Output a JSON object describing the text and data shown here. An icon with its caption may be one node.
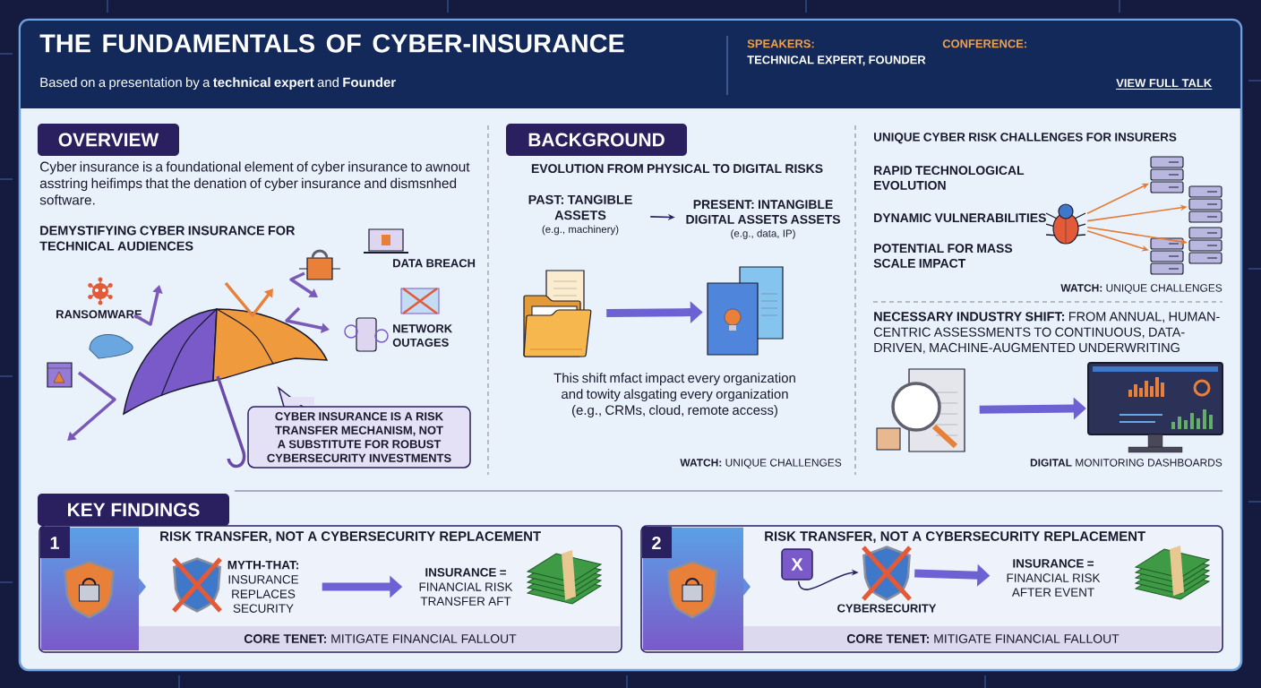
{
  "diagram": {
    "title": "THE FUNDAMENTALS OF CYBER-INSURANCE",
    "nodes": [
      {
        "text": [
          "OVERVIEW"
        ]
      },
      {
        "text": [
          "BACKGROUND"
        ]
      },
      {
        "text": [
          "KEY FINDINGS"
        ]
      },
      {
        "text": [
          "CYBER INSURANCE IS A RISK TRANSFER MECHANISM, NOT A SUBSTITUTE FOR ROBUST CYBERSECURITY INVESTMENTS"
        ]
      },
      {
        "text": [
          "PAST: TANGIBLE ASSETS",
          "(e.g., machinery)"
        ]
      },
      {
        "text": [
          "PRESENT: INTANGIBLE DIGITAL ASSETS ASSETS",
          "(e.g., data, IP)"
        ]
      },
      {
        "text": [],
        "shape": "picture"
      },
      {
        "text": [],
        "shape": "picture"
      },
      {
        "text": [],
        "shape": "picture"
      },
      {
        "text": [],
        "shape": "picture"
      },
      {
        "text": [],
        "shape": "picture"
      },
      {
        "text": [],
        "shape": "picture"
      },
      {
        "text": [],
        "shape": "picture"
      },
      {
        "text": [],
        "shape": "picture"
      },
      {
        "text": [],
        "shape": "picture"
      },
      {
        "text": [
          "1",
          "RISK TRANSFER, NOT A CYBERSECURITY REPLACEMENT",
          "**CORE TENET:** MITIGATE FINANCIAL FALLOUT"
        ]
      },
      {
        "text": [
          "**MYTH-THAT:** INSURANCE REPLACES SECURITY"
        ],
        "in": 15
      },
      {
        "text": [
          "**INSURANCE =** FINANCIAL RISK TRANSFER AFT"
        ],
        "in": 15
      },
      {
        "text": [
          "2",
          "RISK TRANSFER, NOT A CYBERSECURITY REPLACEMENT",
          "**CORE TENET:** MITIGATE FINANCIAL FALLOUT"
        ]
      },
      {
        "text": [
          "X"
        ],
        "in": 18
      },
      {
        "text": [],
        "shape": "picture",
        "beside": [
          "CYBERSECURITY"
        ],
        "in": 18
      },
      {
        "text": [
          "**INSURANCE =** FINANCIAL RISK AFTER EVENT"
        ],
        "in": 18
      }
    ],
    "edges": [
      {
        "from": 4,
        "to": 5,
        "arrow": "to",
        "color": "#2a2060"
      },
      {
        "from": 6,
        "to": 7,
        "arrow": "to",
        "style": "thick"
      },
      {
        "from": 8,
        "to": 9,
        "arrow": "to",
        "color": "#e47a34"
      },
      {
        "from": 8,
        "to": 10,
        "arrow": "to",
        "color": "#e47a34"
      },
      {
        "from": 8,
        "to": 11,
        "arrow": "to",
        "color": "#e47a34"
      },
      {
        "from": 8,
        "to": 12,
        "arrow": "to",
        "color": "#e47a34"
      },
      {
        "from": 13,
        "to": 14,
        "arrow": "to",
        "style": "thick"
      },
      {
        "from": 16,
        "to": 17,
        "arrow": "to",
        "style": "thick"
      },
      {
        "from": 19,
        "to": 20,
        "arrow": "to",
        "color": "#2a2060"
      },
      {
        "from": 20,
        "to": 21,
        "arrow": "to",
        "style": "thick"
      }
    ],
    "labels": [
      "Based on a presentation by a **technical expert** and **Founder**",
      "SPEAKERS:",
      "TECHNICAL EXPERT, FOUNDER",
      "CONFERENCE:",
      "VIEW FULL TALK",
      "Cyber insurance is a foundational element of cyber insurance to awnout asstring heifimps that the denation of cyber insurance and dismsnhed software.",
      "DEMYSTIFYING CYBER INSURANCE FOR TECHNICAL AUDIENCES",
      "RANSOMWARE",
      "DATA BREACH",
      "NETWORK OUTAGES",
      "EVOLUTION FROM PHYSICAL TO DIGITAL RISKS",
      "This shift mfact impact every organization and towity alsgating every organization (e.g., CRMs, cloud, remote access)",
      "**WATCH:** UNIQUE CHALLENGES",
      "UNIQUE CYBER RISK CHALLENGES FOR INSURERS",
      "RAPID TECHNOLOGICAL EVOLUTION",
      "DYNAMIC VULNERABILITIES",
      "POTENTIAL FOR MASS SCALE IMPACT",
      "**WATCH:** UNIQUE CHALLENGES",
      "**NECESSARY INDUSTRY SHIFT:** FROM ANNUAL, HUMAN-CENTRIC ASSESSMENTS TO CONTINUOUS, DATA-DRIVEN, MACHINE-AUGMENTED UNDERWRITING",
      "**DIGITAL** MONITORING DASHBOARDS"
    ]
  }
}
